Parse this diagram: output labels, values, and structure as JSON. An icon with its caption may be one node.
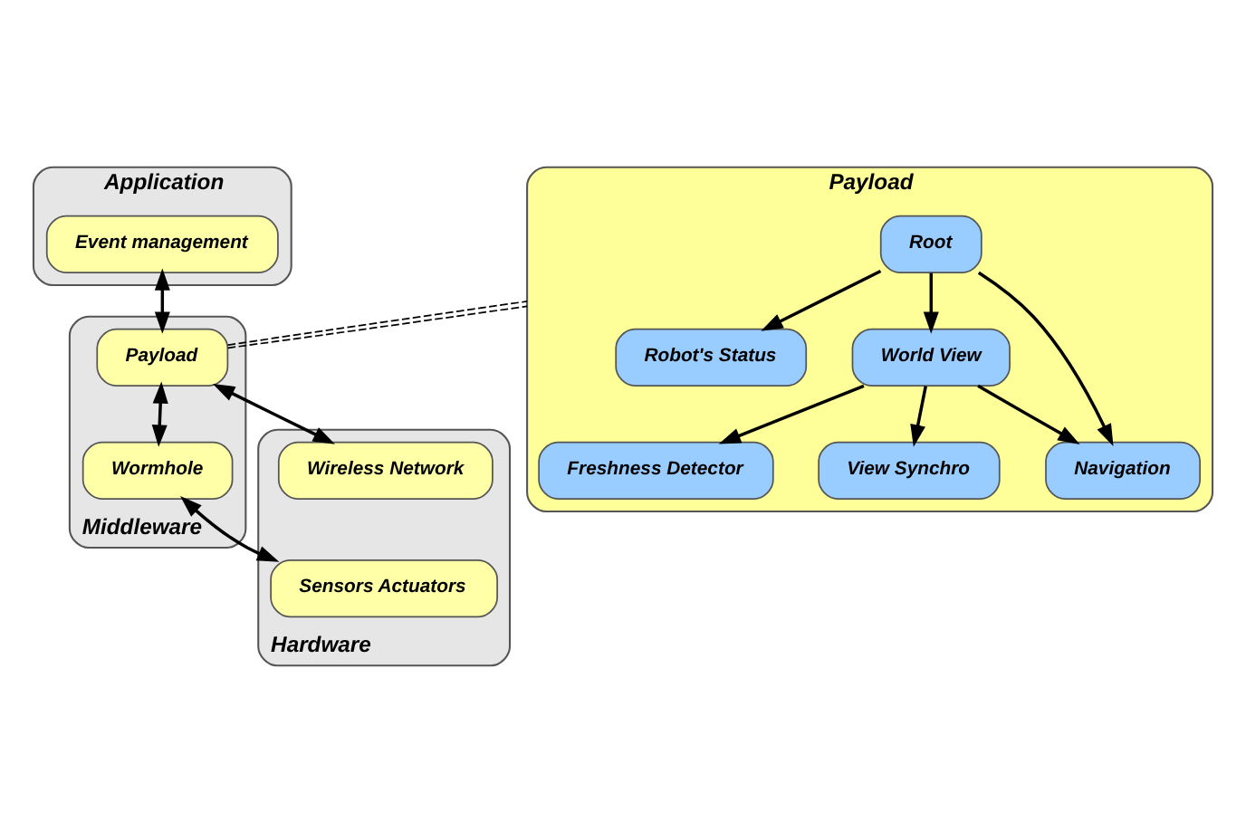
{
  "diagram": {
    "nodes": [
      {
        "text": [
          "Application"
        ]
      },
      {
        "text": [
          "Event management"
        ],
        "in": 0
      },
      {
        "text": [
          "Middleware"
        ]
      },
      {
        "text": [
          "Payload"
        ],
        "in": 2
      },
      {
        "text": [
          "Wormhole"
        ],
        "in": 2
      },
      {
        "text": [
          "Hardware"
        ]
      },
      {
        "text": [
          "Sensors Actuators"
        ],
        "in": 5
      },
      {
        "text": [
          "Wireless Network"
        ],
        "in": 5
      },
      {
        "text": [
          "Payload"
        ]
      },
      {
        "text": [
          "Root"
        ],
        "in": 8
      },
      {
        "text": [
          "Robot's Status"
        ],
        "in": 8
      },
      {
        "text": [
          "World View"
        ],
        "in": 8
      },
      {
        "text": [
          "Navigation"
        ],
        "in": 8
      },
      {
        "text": [
          "Freshness Detector"
        ],
        "in": 8
      },
      {
        "text": [
          "View Synchro"
        ],
        "in": 8
      }
    ],
    "edges": [
      {
        "from": 1,
        "to": 3,
        "arrow": "both"
      },
      {
        "from": 3,
        "to": 4,
        "arrow": "both"
      },
      {
        "from": 4,
        "to": 6,
        "arrow": "both"
      },
      {
        "from": 3,
        "to": 7,
        "arrow": "both"
      },
      {
        "from": 3,
        "to": 8,
        "arrow": "none",
        "style": "dashed"
      },
      {
        "from": 3,
        "to": 8,
        "arrow": "none",
        "style": "dashed"
      },
      {
        "from": 9,
        "to": 10,
        "arrow": "to"
      },
      {
        "from": 9,
        "to": 11,
        "arrow": "to"
      },
      {
        "from": 9,
        "to": 12,
        "arrow": "to"
      },
      {
        "from": 11,
        "to": 12,
        "arrow": "to"
      },
      {
        "from": 11,
        "to": 13,
        "arrow": "to"
      },
      {
        "from": 11,
        "to": 14,
        "arrow": "to"
      }
    ]
  }
}
